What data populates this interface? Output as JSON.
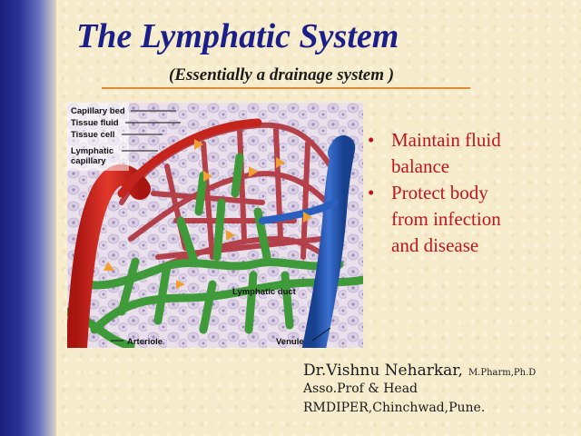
{
  "slide": {
    "title": "The Lymphatic System",
    "subtitle": "(Essentially a drainage system )",
    "accent_colors": {
      "title": "#1b1f8a",
      "bullets": "#c0141e",
      "rule": "#e0893a",
      "side_bar": "#1a1f7a"
    }
  },
  "figure": {
    "labels": {
      "capillary_bed": "Capillary bed",
      "tissue_fluid": "Tissue fluid",
      "tissue_cell": "Tissue cell",
      "lymphatic_capillary_1": "Lymphatic",
      "lymphatic_capillary_2": "capillary",
      "lymphatic_duct": "Lymphatic duct",
      "arteriole": "Arteriole",
      "venule": "Venule"
    },
    "colors": {
      "arteriole": "#d42a22",
      "venule": "#2458b8",
      "lymphatic": "#3f9a3a",
      "fluid_arrows": "#f0a030"
    }
  },
  "bullets": [
    {
      "lines": [
        "Maintain fluid",
        "balance"
      ]
    },
    {
      "lines": [
        "Protect body",
        "from infection",
        "and disease"
      ]
    }
  ],
  "author": {
    "name": "Dr.Vishnu Neharkar,",
    "qualifications": "M.Pharm,Ph.D",
    "position": "Asso.Prof & Head",
    "institution": "RMDIPER,Chinchwad,Pune."
  }
}
